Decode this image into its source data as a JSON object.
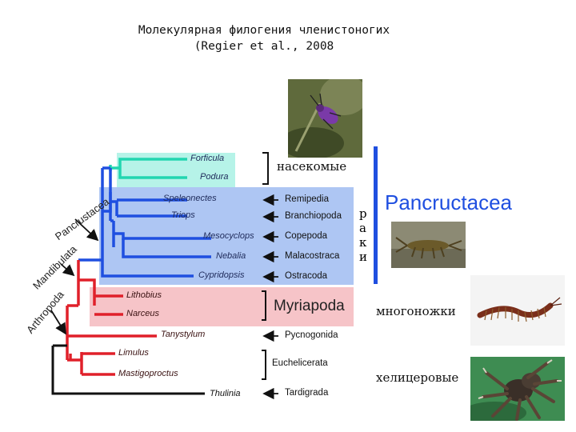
{
  "title": {
    "line1": "Молекулярная филогения членистоногих",
    "line2": "(Regier et al., 2008"
  },
  "taxa": {
    "forficula": "Forficula",
    "podura": "Podura",
    "speleonectes": "Speleonectes",
    "triops": "Triops",
    "mesocyclops": "Mesocyclops",
    "nebalia": "Nebalia",
    "cypridopsis": "Cypridopsis",
    "lithobius": "Lithobius",
    "narceus": "Narceus",
    "tanystylum": "Tanystylum",
    "limulus": "Limulus",
    "mastigoproctus": "Mastigoproctus",
    "thulinia": "Thulinia"
  },
  "groups": {
    "remipedia": "Remipedia",
    "branchiopoda": "Branchiopoda",
    "copepoda": "Copepoda",
    "malacostraca": "Malacostraca",
    "ostracoda": "Ostracoda",
    "pycnogonida": "Pycnogonida",
    "euchelicerata": "Euchelicerata",
    "tardigrada": "Tardigrada"
  },
  "clades": {
    "pancrustacea_lower": "Pancrustacea",
    "mandibulata": "Mandibulata",
    "arthropoda": "Arthropoda"
  },
  "labels": {
    "insects": "насекомые",
    "crustaceans_letters": [
      "р",
      "а",
      "к",
      "и"
    ],
    "pancrustacea": "Pancructacea",
    "myriapoda": "Myriapoda",
    "myriapods": "многоножки",
    "chelicerates": "хелицеровые"
  },
  "colors": {
    "insect_branch": "#22d6b0",
    "crustacean_branch": "#1f4fe0",
    "red_branch": "#e0202a",
    "root_branch": "#111111",
    "crustacean_box": "#aec6f3",
    "myriapod_box": "#f6c4c8",
    "insect_box": "#b6f3e8",
    "pancrustacea_bar": "#1f4fe0"
  }
}
